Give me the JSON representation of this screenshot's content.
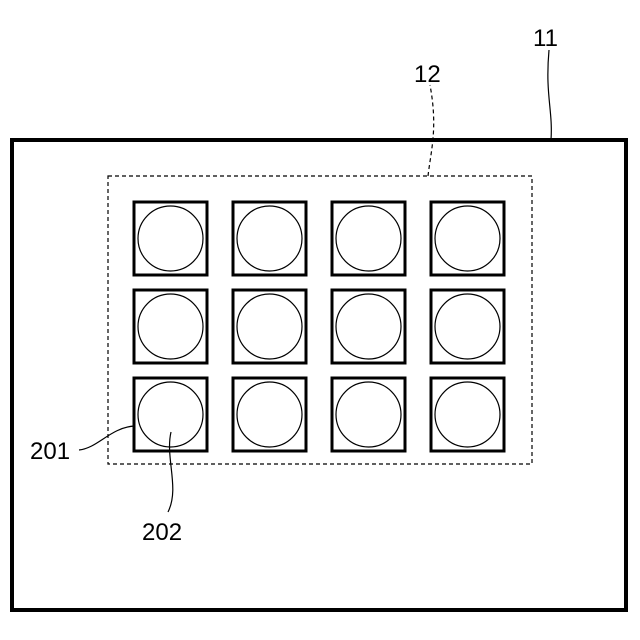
{
  "labels": {
    "substrate": "11",
    "array_region": "12",
    "cell_frame": "201",
    "cell_element": "202"
  },
  "grid": {
    "rows": 3,
    "columns": 4
  },
  "colors": {
    "stroke": "#000000",
    "background": "#ffffff"
  }
}
